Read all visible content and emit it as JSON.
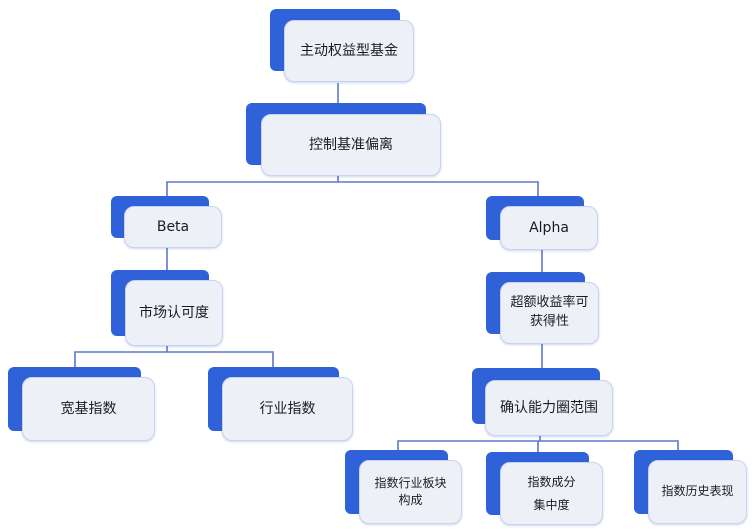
{
  "diagram": {
    "colors": {
      "accent_back": "#2f62d8",
      "box_fill": "#eef0f8",
      "box_border": "#c7d3f2",
      "connector": "#5f78c8"
    },
    "nodes": {
      "root": "主动权益型基金",
      "control": "控制基准偏离",
      "beta": "Beta",
      "alpha": "Alpha",
      "market_recognition": "市场认可度",
      "broad_index": "宽基指数",
      "industry_index": "行业指数",
      "excess_return": "超额收益率可\n获得性",
      "capability_scope": "确认能力圈范围",
      "sector_composition": "指数行业板块\n构成",
      "constituent_concentration": "指数成分\n集中度",
      "index_history": "指数历史表现"
    }
  }
}
